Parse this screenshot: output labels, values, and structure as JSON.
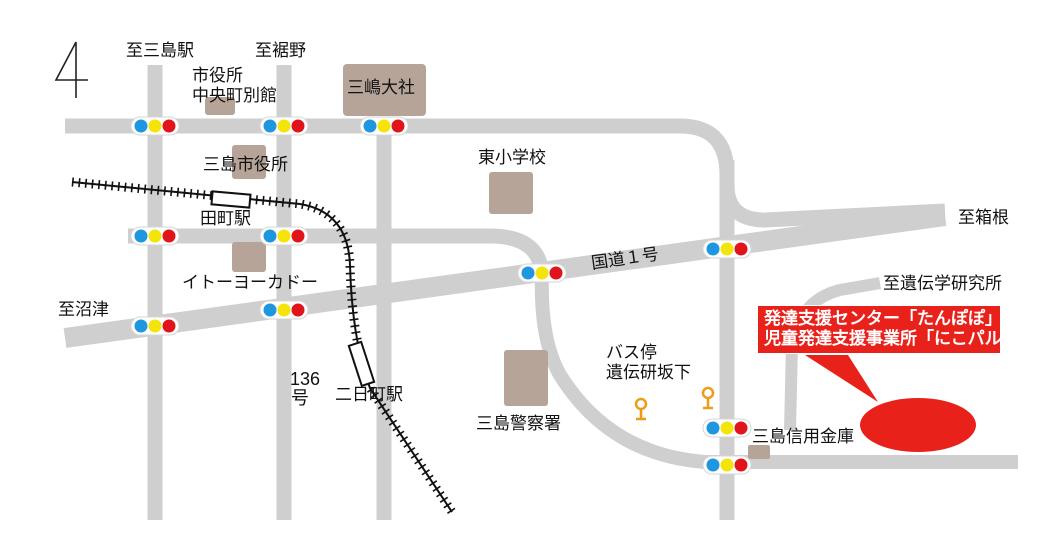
{
  "north_marker": "4",
  "labels": {
    "to_mishima_station": "至三島駅",
    "to_susono": "至裾野",
    "city_office_branch_line1": "市役所",
    "city_office_branch_line2": "中央町別館",
    "mishima_taisha": "三嶋大社",
    "mishima_city_office": "三島市役所",
    "higashi_elementary": "東小学校",
    "tamachi_station": "田町駅",
    "to_hakone": "至箱根",
    "route1": "国道１号",
    "ito_yokado": "イトーヨーカドー",
    "to_genetics_institute": "至遺伝学研究所",
    "to_numazu": "至沼津",
    "bus_stop_line1": "バス停",
    "bus_stop_line2": "遺伝研坂下",
    "route136": "136号",
    "futsukamachi_station": "二日町駅",
    "mishima_police": "三島警察署",
    "mishima_shinkin": "三島信用金庫"
  },
  "callout": {
    "line1": "発達支援センター「たんぽぽ」",
    "line2": "児童発達支援事業所「にこパル」"
  },
  "colors": {
    "road": "#cfcfcf",
    "building": "#b5a497",
    "railway": "#111111",
    "signal_blue": "#1f97e0",
    "signal_yellow": "#f4e40a",
    "signal_red": "#e1141c",
    "bus_stop": "#ee9b1a",
    "destination": "#e8211b"
  }
}
